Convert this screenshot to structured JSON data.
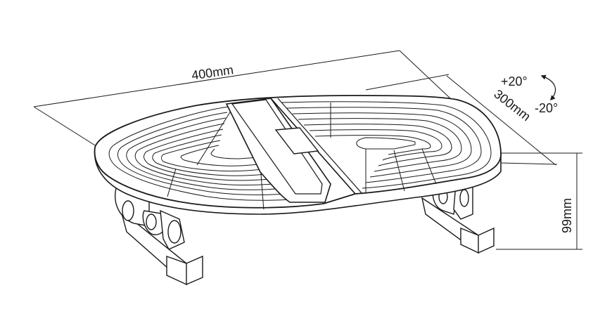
{
  "dimensions": {
    "width_label": "400mm",
    "depth_label": "300mm",
    "height_label": "99mm"
  },
  "tilt": {
    "up_label": "+20°",
    "down_label": "-20°"
  },
  "colors": {
    "line": "#1a1a1a",
    "fill": "#ffffff"
  }
}
